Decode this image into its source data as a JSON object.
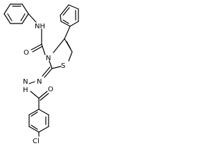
{
  "structure": {
    "atoms": {
      "amide_n": "NH",
      "amide_o": "O",
      "ring_n": "N",
      "ring_s": "S",
      "hydrazone_n1": "N",
      "hydrazone_n2": "N",
      "hydrazone_nh": "H",
      "carbonyl_o": "O",
      "chlorine": "Cl"
    }
  }
}
